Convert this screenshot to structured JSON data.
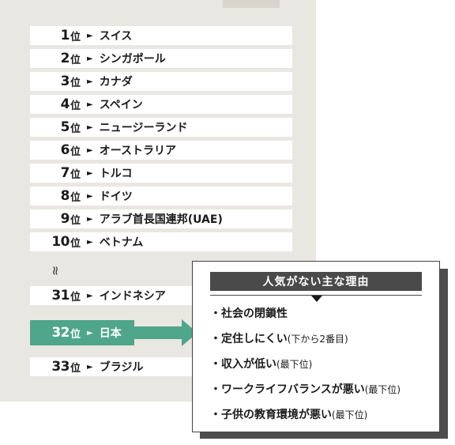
{
  "ranking": {
    "suffix": "位",
    "arrow_glyph": "►",
    "rows": [
      {
        "rank": "1",
        "country": "スイス"
      },
      {
        "rank": "2",
        "country": "シンガポール"
      },
      {
        "rank": "3",
        "country": "カナダ"
      },
      {
        "rank": "4",
        "country": "スペイン"
      },
      {
        "rank": "5",
        "country": "ニュージーランド"
      },
      {
        "rank": "6",
        "country": "オーストラリア"
      },
      {
        "rank": "7",
        "country": "トルコ"
      },
      {
        "rank": "8",
        "country": "ドイツ"
      },
      {
        "rank": "9",
        "country": "アラブ首長国連邦(UAE)"
      },
      {
        "rank": "10",
        "country": "ベトナム"
      },
      {
        "rank": "31",
        "country": "インドネシア"
      },
      {
        "rank": "32",
        "country": "日本"
      },
      {
        "rank": "33",
        "country": "ブラジル"
      }
    ],
    "ellipsis_glyph": "≈",
    "highlight_color": "#4fa68a"
  },
  "reasons": {
    "title": "人気がない主な理由",
    "items": [
      {
        "text": "・社会の閉鎖性",
        "note": ""
      },
      {
        "text": "・定住しにくい",
        "note": "(下から2番目)"
      },
      {
        "text": "・収入が低い",
        "note": "(最下位)"
      },
      {
        "text": "・ワークライフバランスが悪い",
        "note": "(最下位)"
      },
      {
        "text": "・子供の教育環境が悪い",
        "note": "(最下位)"
      }
    ]
  }
}
